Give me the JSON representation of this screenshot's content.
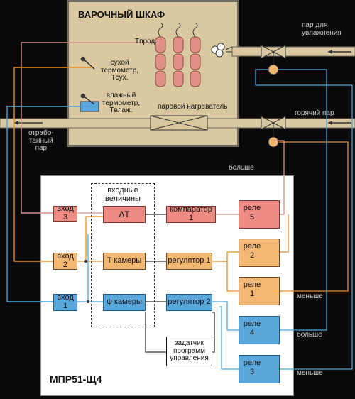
{
  "cabinet": {
    "title": "ВАРОЧНЫЙ ШКАФ",
    "t_prod": "Tпрод.",
    "dry_thermo": [
      "сухой",
      "термометр,",
      "Tсух."
    ],
    "wet_thermo": [
      "влажный",
      "термометр,",
      "Tвлаж."
    ],
    "steam_heater": "паровой нагреватель"
  },
  "pipes": {
    "steam_humid": [
      "пар для",
      "увлажнения"
    ],
    "hot_steam": "горячий пар",
    "spent_steam": [
      "отрабо-",
      "танный",
      "пар"
    ]
  },
  "controller": {
    "name": "МПР51-Щ4",
    "inputs_header": [
      "входные",
      "величины"
    ],
    "in3": "вход 3",
    "in2": "вход 2",
    "in1": "вход 1",
    "dT": "ΔT",
    "t_cam": "T камеры",
    "psi_cam": "ψ камеры",
    "comparator": "компаратор 1",
    "reg1": "регулятор 1",
    "reg2": "регулятор 2",
    "prog": [
      "задатчик",
      "программ",
      "управления"
    ],
    "relay_word": "реле",
    "relay5": "5",
    "relay2": "2",
    "relay1": "1",
    "relay4": "4",
    "relay3": "3"
  },
  "outputs": {
    "more_top": "больше",
    "less1": "меньше",
    "more2": "больше",
    "less2": "меньше"
  },
  "colors": {
    "cabinet": "#d9c8a0",
    "orange": "#f2b772",
    "blue": "#5aa7dc",
    "red": "#ee8a84",
    "wire_orange": "#e58f2a",
    "wire_blue": "#4ea3d8",
    "wire_pink": "#d9908a"
  }
}
